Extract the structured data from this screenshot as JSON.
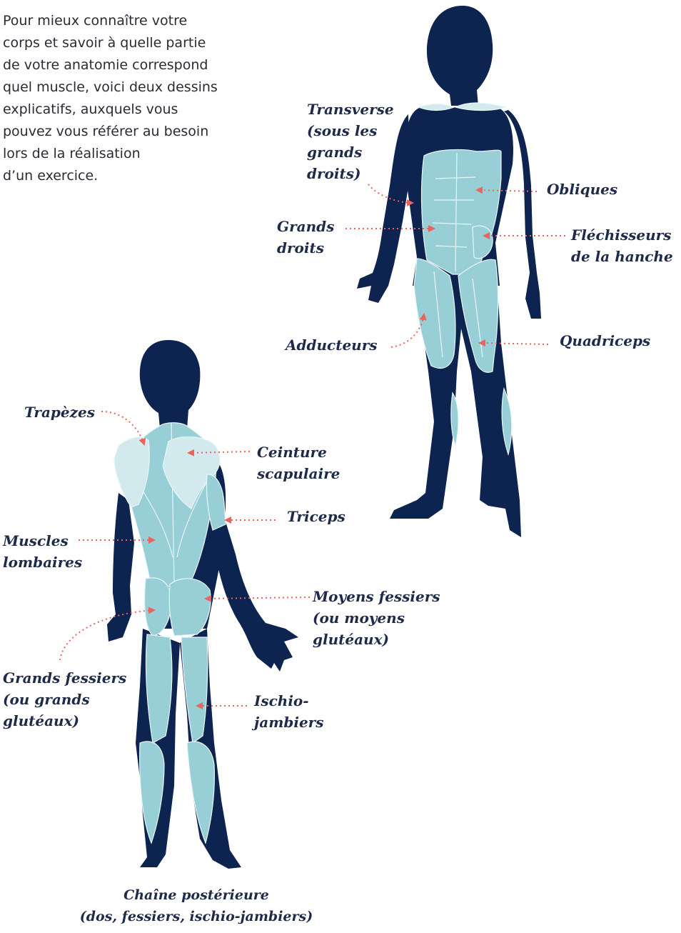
{
  "intro": {
    "lines": [
      "Pour mieux connaître votre",
      "corps et savoir à quelle partie",
      "de votre anatomie correspond",
      "quel muscle, voici deux dessins",
      "explicatifs, auxquels vous",
      "pouvez vous référer au besoin",
      "lors de la réalisation",
      "d’un exercice."
    ]
  },
  "colors": {
    "body": "#0d2450",
    "muscle": "#98cfd6",
    "muscle_light": "#d2e9ee",
    "muscle_line": "#e9f6f8",
    "arrow": "#e9645a",
    "label": "#1e2a4a"
  },
  "front_labels": {
    "transverse": [
      "Transverse",
      "(sous les",
      "grands",
      "droits)"
    ],
    "obliques": [
      "Obliques"
    ],
    "grands_droits": [
      "Grands",
      "droits"
    ],
    "flechisseurs": [
      "Fléchisseurs",
      "de la hanche"
    ],
    "adducteurs": [
      "Adducteurs"
    ],
    "quadriceps": [
      "Quadriceps"
    ]
  },
  "back_labels": {
    "trapezes": [
      "Trapèzes"
    ],
    "ceinture": [
      "Ceinture",
      "scapulaire"
    ],
    "triceps": [
      "Triceps"
    ],
    "lombaires": [
      "Muscles",
      "lombaires"
    ],
    "moyens_fessiers": [
      "Moyens fessiers",
      "(ou moyens",
      "glutéaux)"
    ],
    "grands_fessiers": [
      "Grands fessiers",
      "(ou grands",
      "glutéaux)"
    ],
    "ischio": [
      "Ischio-",
      "jambiers"
    ]
  },
  "caption": [
    "Chaîne postérieure",
    "(dos, fessiers, ischio-jambiers)"
  ]
}
